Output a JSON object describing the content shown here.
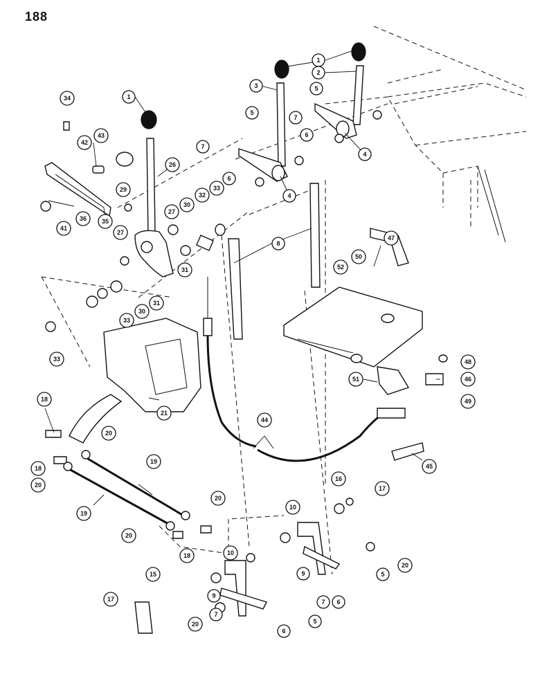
{
  "page_number": "188",
  "callouts": [
    {
      "id": "c1a",
      "label": "1"
    },
    {
      "id": "c1b",
      "label": "1"
    },
    {
      "id": "c1c",
      "label": "1"
    },
    {
      "id": "c2",
      "label": "2"
    },
    {
      "id": "c3",
      "label": "3"
    },
    {
      "id": "c4a",
      "label": "4"
    },
    {
      "id": "c4b",
      "label": "4"
    },
    {
      "id": "c5a",
      "label": "5"
    },
    {
      "id": "c5b",
      "label": "5"
    },
    {
      "id": "c5c",
      "label": "5"
    },
    {
      "id": "c5d",
      "label": "5"
    },
    {
      "id": "c5e",
      "label": "5"
    },
    {
      "id": "c6a",
      "label": "6"
    },
    {
      "id": "c6b",
      "label": "6"
    },
    {
      "id": "c6c",
      "label": "6"
    },
    {
      "id": "c6d",
      "label": "6"
    },
    {
      "id": "c7a",
      "label": "7"
    },
    {
      "id": "c7b",
      "label": "7"
    },
    {
      "id": "c7c",
      "label": "7"
    },
    {
      "id": "c7d",
      "label": "7"
    },
    {
      "id": "c8",
      "label": "8"
    },
    {
      "id": "c9a",
      "label": "9"
    },
    {
      "id": "c9b",
      "label": "9"
    },
    {
      "id": "c10a",
      "label": "10"
    },
    {
      "id": "c10b",
      "label": "10"
    },
    {
      "id": "c15",
      "label": "15"
    },
    {
      "id": "c16",
      "label": "16"
    },
    {
      "id": "c17a",
      "label": "17"
    },
    {
      "id": "c17b",
      "label": "17"
    },
    {
      "id": "c18a",
      "label": "18"
    },
    {
      "id": "c18b",
      "label": "18"
    },
    {
      "id": "c18c",
      "label": "18"
    },
    {
      "id": "c19a",
      "label": "19"
    },
    {
      "id": "c19b",
      "label": "19"
    },
    {
      "id": "c20a",
      "label": "20"
    },
    {
      "id": "c20b",
      "label": "20"
    },
    {
      "id": "c20c",
      "label": "20"
    },
    {
      "id": "c20d",
      "label": "20"
    },
    {
      "id": "c20e",
      "label": "20"
    },
    {
      "id": "c20f",
      "label": "20"
    },
    {
      "id": "c21",
      "label": "21"
    },
    {
      "id": "c26",
      "label": "26"
    },
    {
      "id": "c27a",
      "label": "27"
    },
    {
      "id": "c27b",
      "label": "27"
    },
    {
      "id": "c29",
      "label": "29"
    },
    {
      "id": "c30a",
      "label": "30"
    },
    {
      "id": "c30b",
      "label": "30"
    },
    {
      "id": "c31a",
      "label": "31"
    },
    {
      "id": "c31b",
      "label": "31"
    },
    {
      "id": "c32",
      "label": "32"
    },
    {
      "id": "c33a",
      "label": "33"
    },
    {
      "id": "c33b",
      "label": "33"
    },
    {
      "id": "c33c",
      "label": "33"
    },
    {
      "id": "c34",
      "label": "34"
    },
    {
      "id": "c35",
      "label": "35"
    },
    {
      "id": "c36",
      "label": "36"
    },
    {
      "id": "c41",
      "label": "41"
    },
    {
      "id": "c42",
      "label": "42"
    },
    {
      "id": "c43",
      "label": "43"
    },
    {
      "id": "c44",
      "label": "44"
    },
    {
      "id": "c45",
      "label": "45"
    },
    {
      "id": "c46",
      "label": "46"
    },
    {
      "id": "c47",
      "label": "47"
    },
    {
      "id": "c48",
      "label": "48"
    },
    {
      "id": "c49",
      "label": "49"
    },
    {
      "id": "c50",
      "label": "50"
    },
    {
      "id": "c51",
      "label": "51"
    },
    {
      "id": "c52",
      "label": "52"
    }
  ]
}
